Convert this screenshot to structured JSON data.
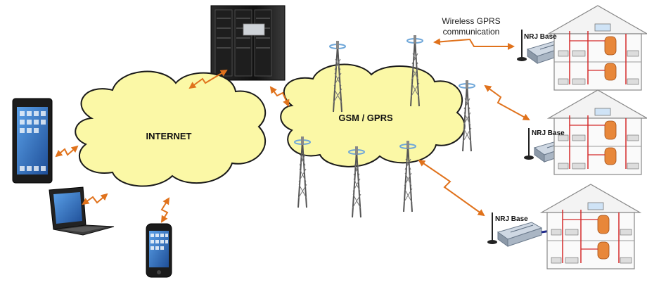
{
  "labels": {
    "internet": "INTERNET",
    "gsm": "GSM / GPRS",
    "wireless_line1": "Wireless GPRS",
    "wireless_line2": "communication",
    "nrj_base_top": "NRJ Base",
    "nrj_base_middle": "NRJ Base",
    "nrj_base_bottom": "NRJ Base"
  },
  "icons": {
    "server": "server-rack-icon",
    "tablet": "tablet-icon",
    "laptop": "laptop-icon",
    "phone": "smartphone-icon",
    "tower": "cell-tower-icon",
    "base": "nrj-base-device-icon",
    "house": "house-heating-icon",
    "link": "wireless-link-icon"
  },
  "colors": {
    "cloud_fill": "#fbf8a6",
    "cloud_stroke": "#1a1a1a",
    "link": "#e0721c",
    "device_dark": "#1b1b1b",
    "screen_blue": "#3a78c9",
    "pipe_red": "#d42a2a",
    "connector_blue": "#1f2a8a"
  }
}
